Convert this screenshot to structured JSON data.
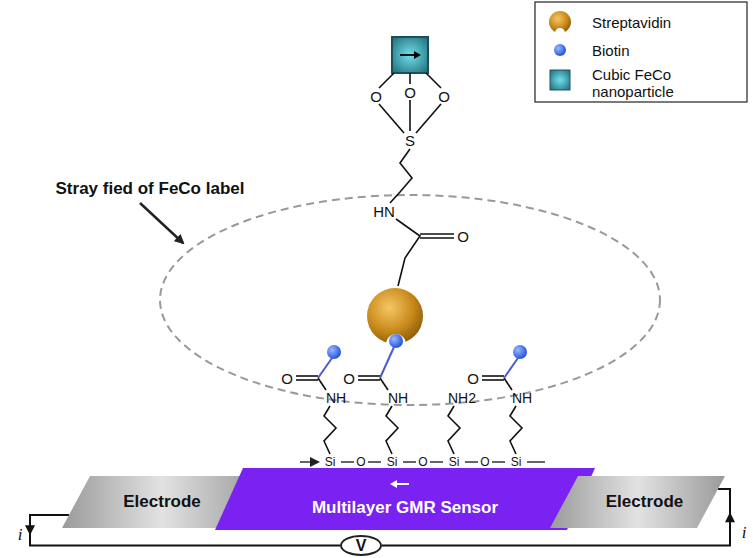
{
  "diagram": {
    "nodes": [
      {
        "text": [
          "Electrode"
        ]
      },
      {
        "text": [
          "Multilayer GMR Sensor"
        ]
      },
      {
        "text": [
          "Electrode"
        ]
      },
      {
        "text": [
          "V"
        ]
      }
    ],
    "edges": [
      {
        "from": 0,
        "to": 3,
        "arrow": "to"
      },
      {
        "from": 3,
        "to": 2,
        "arrow": "to"
      }
    ],
    "labels": [
      "Stray fied of FeCo label",
      "O",
      "O",
      "O",
      "S",
      "HN",
      "O",
      "O",
      "NH",
      "O",
      "NH",
      "NH2",
      "O",
      "NH",
      "Si",
      "O",
      "Si",
      "O",
      "Si",
      "O",
      "Si",
      "i",
      "i"
    ],
    "legend": [
      {
        "text": "Streptavidin"
      },
      {
        "text": "Biotin"
      },
      {
        "text": "Cubic FeCo nanoparticle"
      }
    ]
  }
}
